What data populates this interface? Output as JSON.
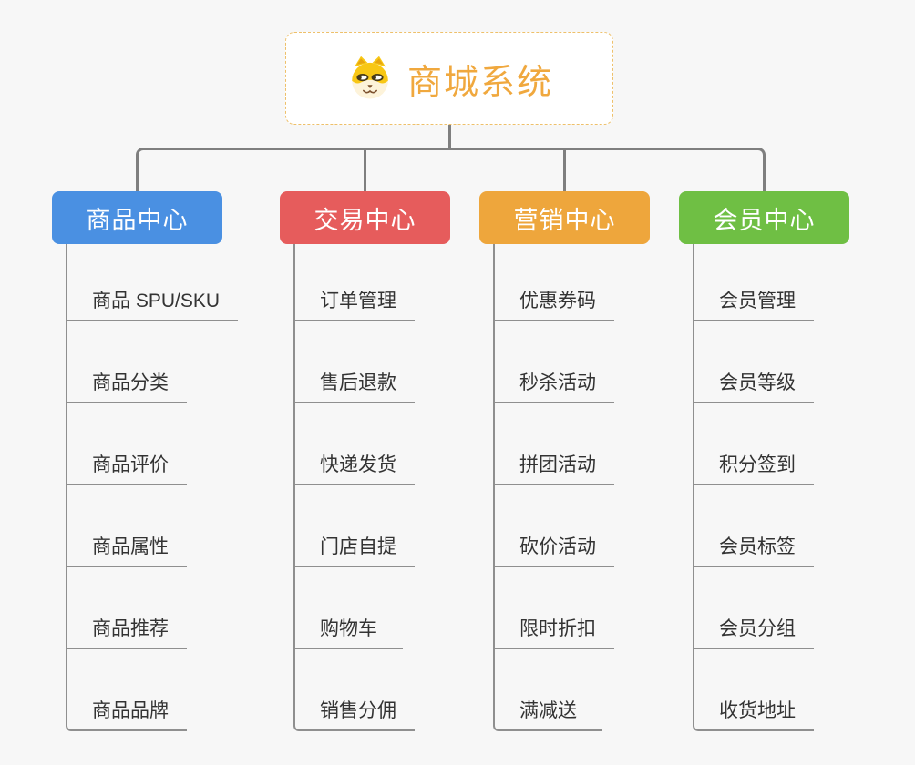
{
  "root": {
    "title": "商城系统",
    "title_color": "#f0a83e",
    "border_color": "#eec06a",
    "icon": "shiba-dog-icon"
  },
  "connector_color": "#7f7f7f",
  "background_color": "#f7f7f7",
  "branches": [
    {
      "label": "商品中心",
      "color": "#4a90e2",
      "children": [
        "商品 SPU/SKU",
        "商品分类",
        "商品评价",
        "商品属性",
        "商品推荐",
        "商品品牌"
      ]
    },
    {
      "label": "交易中心",
      "color": "#e65c5c",
      "children": [
        "订单管理",
        "售后退款",
        "快递发货",
        "门店自提",
        "购物车",
        "销售分佣"
      ]
    },
    {
      "label": "营销中心",
      "color": "#eea63c",
      "children": [
        "优惠券码",
        "秒杀活动",
        "拼团活动",
        "砍价活动",
        "限时折扣",
        "满减送"
      ]
    },
    {
      "label": "会员中心",
      "color": "#6fbf44",
      "children": [
        "会员管理",
        "会员等级",
        "积分签到",
        "会员标签",
        "会员分组",
        "收货地址"
      ]
    }
  ]
}
